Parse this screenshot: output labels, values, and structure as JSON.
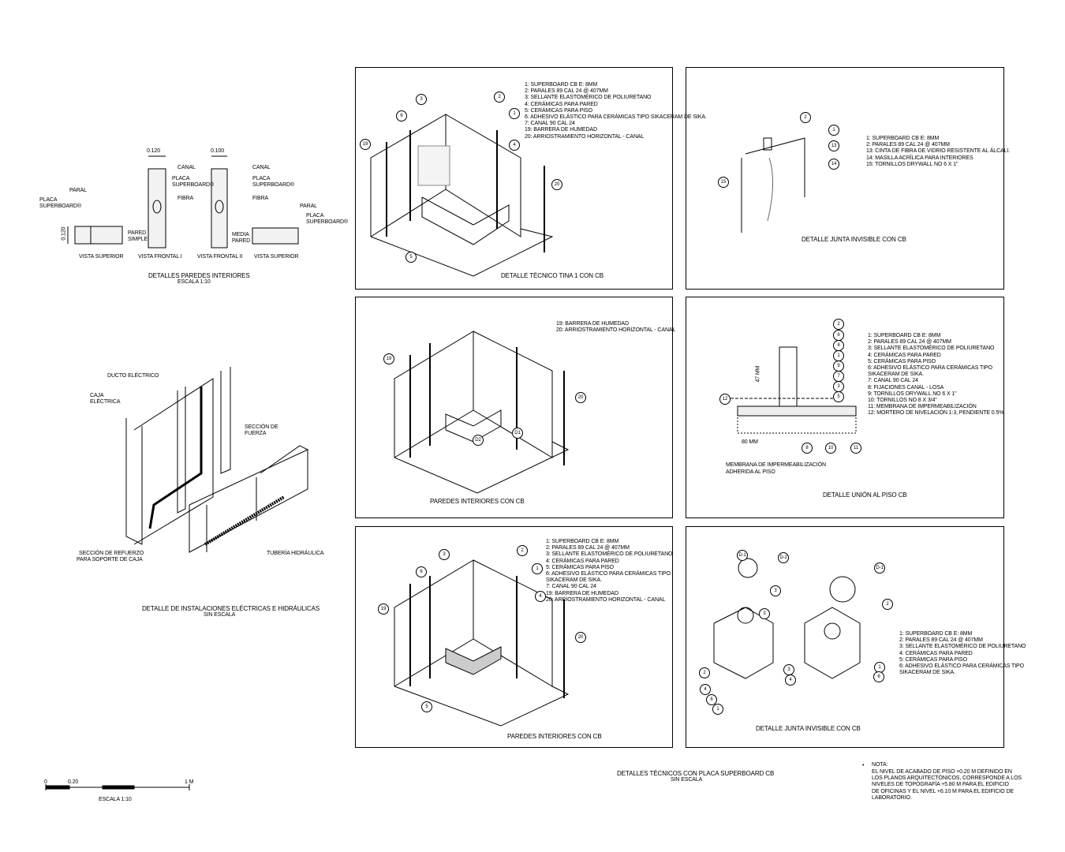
{
  "sheet": {
    "main_title": "DETALLES TÉCNICOS CON PLACA SUPERBOARD CB",
    "main_subtitle": "SIN ESCALA",
    "note_bullet": "•",
    "note_title": "NOTA:",
    "note_lines": [
      "EL NIVEL DE ACABADO DE PISO +0.20 m DEFINIDO EN",
      "LOS PLANOS ARQUITECTÓNICOS, CORRESPONDE A LOS",
      "NIVELES DE TOPOGRAFÍA +5.80 m PARA EL EDIFICIO",
      "DE OFICINAS Y EL NIVEL +6.10 m PARA EL EDIFICIO DE",
      "LABORATORIO."
    ],
    "scale_bar": {
      "tick_0": "0",
      "tick_1": "0.20",
      "tick_2": "1 m",
      "label": "ESCALA 1:10"
    }
  },
  "walls_detail": {
    "title": "DETALLES PAREDES INTERIORES",
    "subtitle": "ESCALA 1:10",
    "dim_1": "0.120",
    "dim_2": "0.100",
    "dim_3": "0.120",
    "labels": {
      "canal_1": "CANAL",
      "placa_1": "PLACA SUPERBOARD®",
      "fibra_1": "FIBRA",
      "canal_2": "CANAL",
      "placa_2": "PLACA SUPERBOARD®",
      "fibra_2": "FIBRA",
      "paral_1": "PARAL",
      "placa_3": "PLACA SUPERBOARD®",
      "paral_2": "PARAL",
      "placa_4": "PLACA SUPERBOARD®",
      "pared_simple": "PARED SIMPLE",
      "media_pared": "MEDIA PARED"
    },
    "views": [
      "VISTA SUPERIOR",
      "VISTA FRONTAL I",
      "VISTA FRONTAL II",
      "VISTA SUPERIOR"
    ]
  },
  "installations_detail": {
    "title": "DETALLE DE INSTALACIONES ELÉCTRICAS E HIDRÁULICAS",
    "subtitle": "SIN ESCALA",
    "labels": {
      "ducto": "DUCTO ELÉCTRICO",
      "caja": "CAJA ELÉCTRICA",
      "seccion_fuerza": "SECCIÓN DE FUERZA",
      "seccion_refuerzo": "SECCIÓN DE REFUERZO",
      "soporte": "PARA SOPORTE DE CAJA",
      "tuberia": "TUBERÍA HIDRÁULICA"
    }
  },
  "panels": [
    {
      "title": "DETALLE TÉCNICO TINA 1 CON CB",
      "legend": [
        "1: SUPERBOARD CB E: 8MM",
        "2: PARALES 89 CAL 24 @ 407MM",
        "3: SELLANTE ELASTOMÉRICO DE POLIURETANO",
        "4: CERÁMICAS PARA PARED",
        "5: CERÁMICAS PARA PISO",
        "6: ADHESIVO ELÁSTICO PARA CERÁMICAS TIPO SIKACERAM DE SIKA.",
        "7: CANAL 90 CAL 24",
        "19: BARRERA DE HUMEDAD",
        "20: ARRIOSTRAMIENTO HORIZONTAL - CANAL"
      ],
      "callouts": [
        "3",
        "2",
        "1",
        "4",
        "6",
        "19",
        "20",
        "5"
      ]
    },
    {
      "title": "DETALLE JUNTA INVISIBLE CON CB",
      "legend": [
        "1: SUPERBOARD CB E: 8MM",
        "2: PARALES 89 CAL 24 @ 407MM",
        "13: CINTA DE FIBRA DE VIDRIO RESISTENTE AL ÁLCALI.",
        "14: MASILLA ACRÍLICA PARA INTERIORES",
        "15: TORNILLOS DRYWALL NO 6 X 1\""
      ],
      "callouts": [
        "2",
        "1",
        "13",
        "14",
        "15"
      ]
    },
    {
      "title": "PAREDES INTERIORES CON CB",
      "legend": [
        "19: BARRERA DE HUMEDAD",
        "20: ARRIOSTRAMIENTO HORIZONTAL - CANAL"
      ],
      "callouts": [
        "19",
        "20",
        "D1",
        "D2"
      ]
    },
    {
      "title": "DETALLE UNIÓN AL PISO CB",
      "legend": [
        "1: SUPERBOARD CB E: 8MM",
        "2: PARALES 89 CAL 24 @ 407MM",
        "3: SELLANTE ELASTOMÉRICO DE POLIURETANO",
        "4: CERÁMICAS PARA PARED",
        "5: CERÁMICAS PARA PISO",
        "6: ADHESIVO ELÁSTICO PARA CERÁMICAS TIPO",
        "   SIKACERAM DE SIKA.",
        "7: CANAL 90 CAL 24",
        "8: FIJACIONES CANAL - LOSA",
        "9: TORNILLOS DRYWALL NO 6 X 1\"",
        "10: TORNILLOS NO 8 X 3/4\"",
        "11: MEMBRANA DE IMPERMEABILIZACIÓN",
        "12: MORTERO DE NIVELACIÓN 1:3, PENDIENTE 0.5%"
      ],
      "callouts": [
        "2",
        "6",
        "4",
        "1",
        "9",
        "7",
        "3",
        "5",
        "8",
        "10",
        "11",
        "12"
      ],
      "dim_1": "47 mm",
      "dim_2": "80 mm",
      "membrane_note": [
        "MEMBRANA DE IMPERMEABILIZACIÓN",
        "ADHERIDA AL PISO"
      ]
    },
    {
      "title": "PAREDES INTERIORES CON CB",
      "legend": [
        "1: SUPERBOARD CB E: 8MM",
        "2: PARALES 89 CAL 24 @ 407MM",
        "3: SELLANTE ELASTOMÉRICO DE POLIURETANO",
        "4: CERÁMICAS PARA PARED",
        "5: CERÁMICAS PARA PISO",
        "6: ADHESIVO ELÁSTICO PARA CERÁMICAS TIPO",
        "   SIKACERAM DE SIKA.",
        "7: CANAL 90 CAL 24",
        "19: BARRERA DE HUMEDAD",
        "20: ARRIOSTRAMIENTO HORIZONTAL - CANAL"
      ],
      "callouts": [
        "3",
        "2",
        "6",
        "1",
        "4",
        "19",
        "20",
        "5"
      ]
    },
    {
      "title": "DETALLE JUNTA INVISIBLE CON CB",
      "legend": [
        "1: SUPERBOARD CB E: 8MM",
        "2: PARALES 89 CAL 24 @ 407MM",
        "3: SELLANTE ELASTOMÉRICO DE POLIURETANO",
        "4: CERÁMICAS PARA PARED",
        "5: CERÁMICAS PARA PISO",
        "6: ADHESIVO ELÁSTICO PARA CERÁMICAS TIPO",
        "   SIKACERAM DE SIKA."
      ],
      "callouts": [
        "D-1",
        "D-2",
        "D-1",
        "3",
        "3",
        "2",
        "2",
        "4",
        "6",
        "1",
        "3",
        "4",
        "1",
        "6",
        "3"
      ]
    }
  ]
}
